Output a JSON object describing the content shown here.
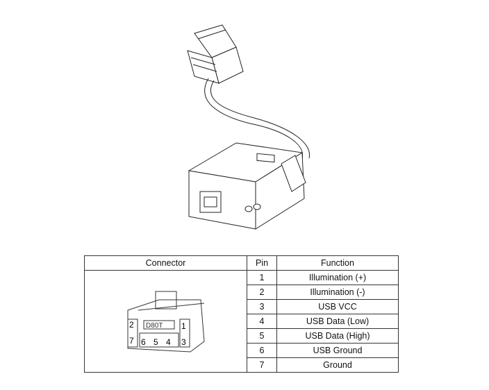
{
  "table": {
    "headers": {
      "connector": "Connector",
      "pin": "Pin",
      "function": "Function"
    },
    "connector_label": "D80T",
    "connector_pins": [
      "1",
      "2",
      "3",
      "4",
      "5",
      "6",
      "7"
    ],
    "rows": [
      {
        "pin": "1",
        "function": "Illumination (+)"
      },
      {
        "pin": "2",
        "function": "Illumination (-)"
      },
      {
        "pin": "3",
        "function": "USB VCC"
      },
      {
        "pin": "4",
        "function": "USB Data (Low)"
      },
      {
        "pin": "5",
        "function": "USB Data (High)"
      },
      {
        "pin": "6",
        "function": "USB Ground"
      },
      {
        "pin": "7",
        "function": "Ground"
      }
    ]
  }
}
